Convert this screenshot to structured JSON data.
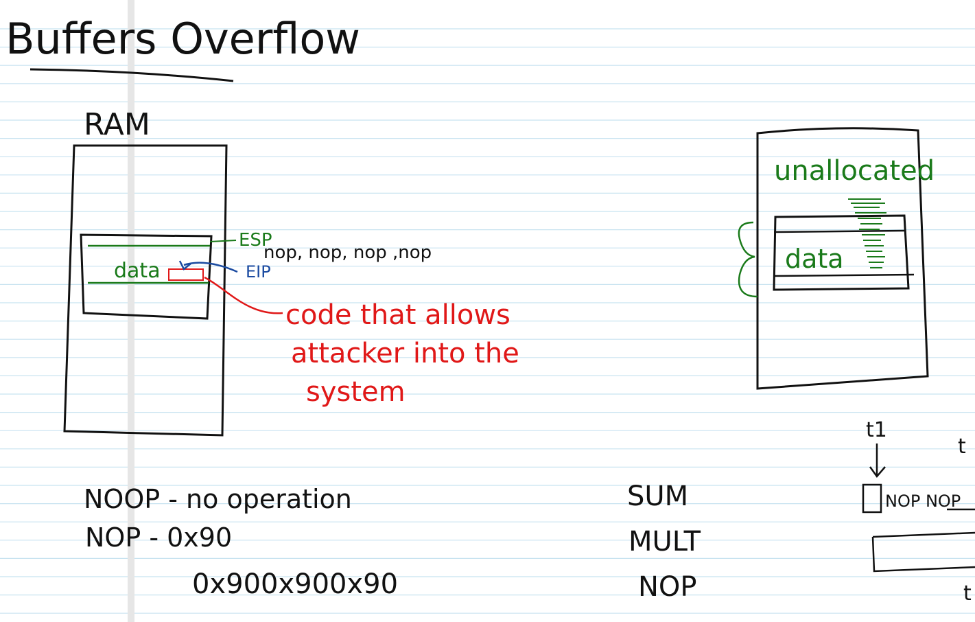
{
  "page": {
    "title": "Buffers Overflow",
    "colors": {
      "paper": "#ffffff",
      "rule_line": "#c8e3f0",
      "margin_line": "#e6e6e6",
      "ink_black": "#111111",
      "ink_green": "#1a7a1a",
      "ink_blue": "#1a4aa0",
      "ink_red": "#e01818"
    }
  },
  "left_diagram": {
    "ram_label": "RAM",
    "data_label": "data",
    "esp_label": "ESP",
    "eip_label": "EIP",
    "nop_sequence": "nop, nop, nop ,nop",
    "red_note_lines": [
      "code that allows",
      "attacker into the",
      "system"
    ]
  },
  "right_diagram": {
    "unallocated_label": "unallocated",
    "data_label": "data",
    "t1_label": "t1",
    "nop_box_text": "NOP NOP"
  },
  "notes": {
    "noop_line": "NOOP - no operation",
    "nop_line": "NOP - 0x90",
    "hex_line": "0x900x900x90"
  },
  "instructions": [
    "SUM",
    "MULT",
    "NOP"
  ]
}
